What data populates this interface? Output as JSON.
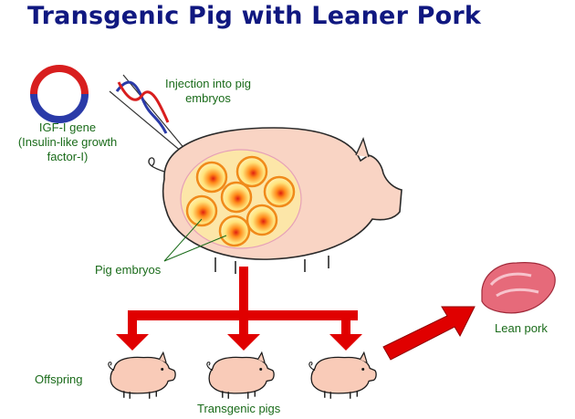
{
  "title": "Transgenic Pig with Leaner Pork",
  "labels": {
    "gene_line1": "IGF-I gene",
    "gene_line2": "(Insulin-like growth",
    "gene_line3": "factor-I)",
    "injection_line1": "Injection into pig",
    "injection_line2": "embryos",
    "embryos": "Pig embryos",
    "offspring": "Offspring",
    "transgenic": "Transgenic pigs",
    "lean_pork": "Lean pork"
  },
  "colors": {
    "title": "#101880",
    "label": "#1a6b1a",
    "arrow": "#e00000",
    "pig_body": "#f9d4c4",
    "embryo_fill": "#ffe27a",
    "embryo_ring": "#f08a1a",
    "plasmid_red": "#d81e1e",
    "plasmid_blue": "#2a3aa8"
  }
}
